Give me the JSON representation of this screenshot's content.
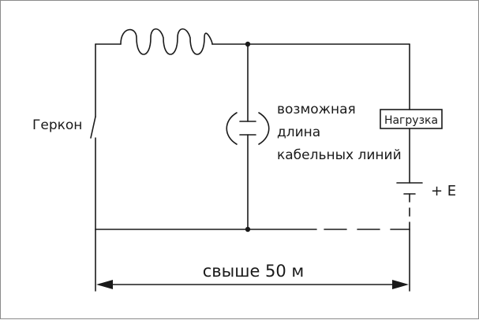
{
  "labels": {
    "reed_switch": "Геркон",
    "cable_line1": "возможная",
    "cable_line2": "длина",
    "cable_line3": "кабельных линий",
    "load": "Нагрузка",
    "supply": "+ E",
    "distance": "свыше 50 м"
  },
  "colors": {
    "line": "#1a1a1a",
    "background": "#ffffff"
  }
}
